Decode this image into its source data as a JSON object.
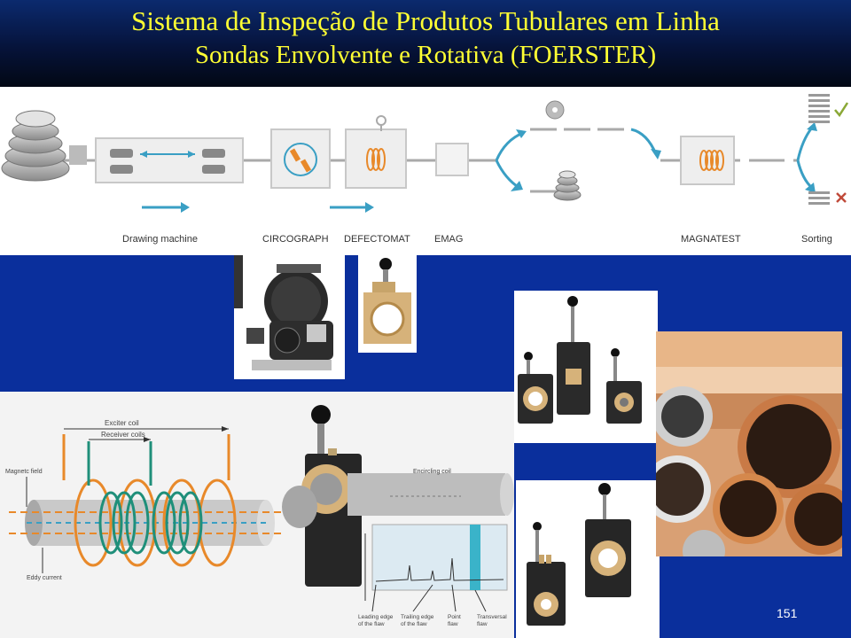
{
  "slide": {
    "title_line1": "Sistema de Inspeção de Produtos Tubulares em Linha",
    "title_line2": "Sondas Envolvente e Rotativa (FOERSTER)",
    "page_number": "151"
  },
  "process_flow": {
    "stages": [
      "Drawing machine",
      "CIRCOGRAPH",
      "DEFECTOMAT",
      "EMAG",
      "MAGNATEST",
      "Sorting"
    ]
  },
  "eddy_diagram": {
    "exciter_coil": "Exciter coil",
    "receiver_coils": "Receiver coils",
    "magnetic_field": "Magnetc field",
    "eddy_current": "Eddy current"
  },
  "encircling_diagram": {
    "encircling_coil": "Encircling coil",
    "leading_edge_l1": "Leading edge",
    "leading_edge_l2": "of the flaw",
    "trailing_edge_l1": "Trailing edge",
    "trailing_edge_l2": "of the flaw",
    "point_flaw_l1": "Point",
    "point_flaw_l2": "flaw",
    "transversal_flaw_l1": "Transversal",
    "transversal_flaw_l2": "flaw"
  },
  "colors": {
    "background": "#0a2f9c",
    "title": "#ffff33",
    "flow_arrow": "#3a9fc4",
    "coil_orange": "#e8892a",
    "coil_green": "#1f8f7a",
    "accept_check": "#8aa836",
    "reject_cross": "#c04a3a"
  }
}
